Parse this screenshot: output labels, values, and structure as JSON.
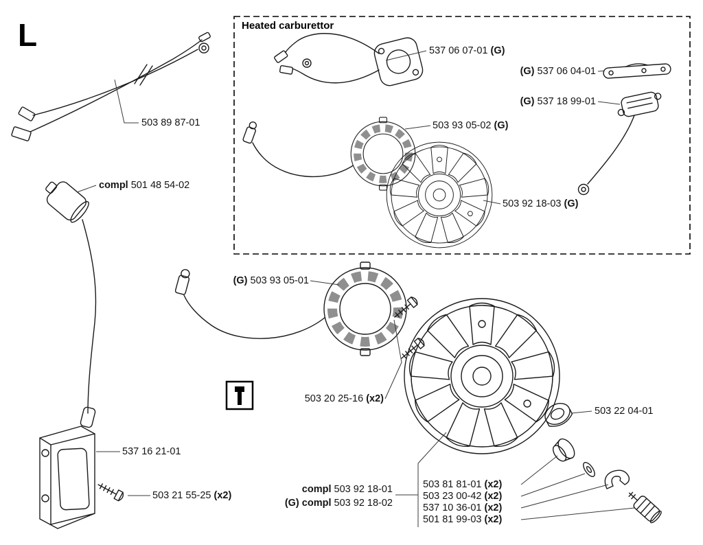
{
  "page": {
    "section_letter": "L"
  },
  "inset": {
    "title": "Heated carburettor"
  },
  "colors": {
    "ink": "#1a1a1a",
    "background": "#ffffff"
  },
  "icons": {
    "tool_box": "t-wrench-icon"
  },
  "labels": {
    "harness": {
      "pre": "",
      "num": "503 89 87-01",
      "post": ""
    },
    "spark_cap": {
      "pre": "compl ",
      "num": "501 48 54-02",
      "post": ""
    },
    "carb_heater": {
      "pre": "",
      "num": "537 06 07-01",
      "post": " (G)"
    },
    "bracket": {
      "pre": "(G) ",
      "num": "537 06 04-01",
      "post": ""
    },
    "thermostat": {
      "pre": "(G) ",
      "num": "537 18 99-01",
      "post": ""
    },
    "stator_g": {
      "pre": "",
      "num": "503 93 05-02",
      "post": " (G)"
    },
    "flywheel_g": {
      "pre": "",
      "num": "503 92 18-03",
      "post": " (G)"
    },
    "stator": {
      "pre": "(G) ",
      "num": "503 93 05-01",
      "post": ""
    },
    "screws": {
      "pre": "",
      "num": "503 20 25-16",
      "post": " (x2)"
    },
    "module": {
      "pre": "",
      "num": "537 16 21-01",
      "post": ""
    },
    "module_screw": {
      "pre": "",
      "num": "503 21 55-25",
      "post": " (x2)"
    },
    "nut": {
      "pre": "",
      "num": "503 22 04-01",
      "post": ""
    },
    "flywheel_compl": {
      "pre": "compl ",
      "num": "503 92 18-01",
      "post": ""
    },
    "flywheel_compl_g": {
      "pre": "(G) compl ",
      "num": "503 92 18-02",
      "post": ""
    },
    "washer1": {
      "pre": "",
      "num": "503 81 81-01",
      "post": " (x2)"
    },
    "washer2": {
      "pre": "",
      "num": "503 23 00-42",
      "post": " (x2)"
    },
    "pawl": {
      "pre": "",
      "num": "537 10 36-01",
      "post": " (x2)"
    },
    "bolt": {
      "pre": "",
      "num": "501 81 99-03",
      "post": " (x2)"
    }
  }
}
